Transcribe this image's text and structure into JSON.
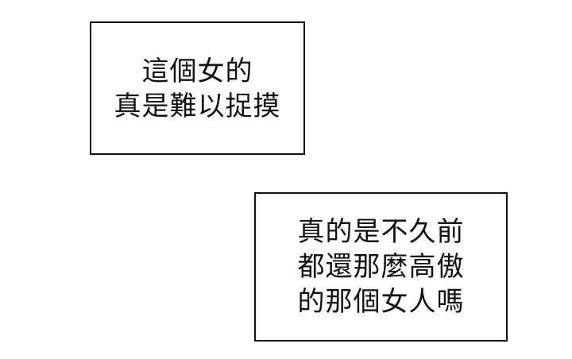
{
  "captions": [
    {
      "lines": [
        "這個女的",
        "真是難以捉摸"
      ]
    },
    {
      "lines": [
        "真的是不久前",
        "都還那麼高傲",
        "的那個女人嗎"
      ]
    }
  ],
  "colors": {
    "background": "#ffffff",
    "border": "#111111",
    "text": "#111111"
  }
}
